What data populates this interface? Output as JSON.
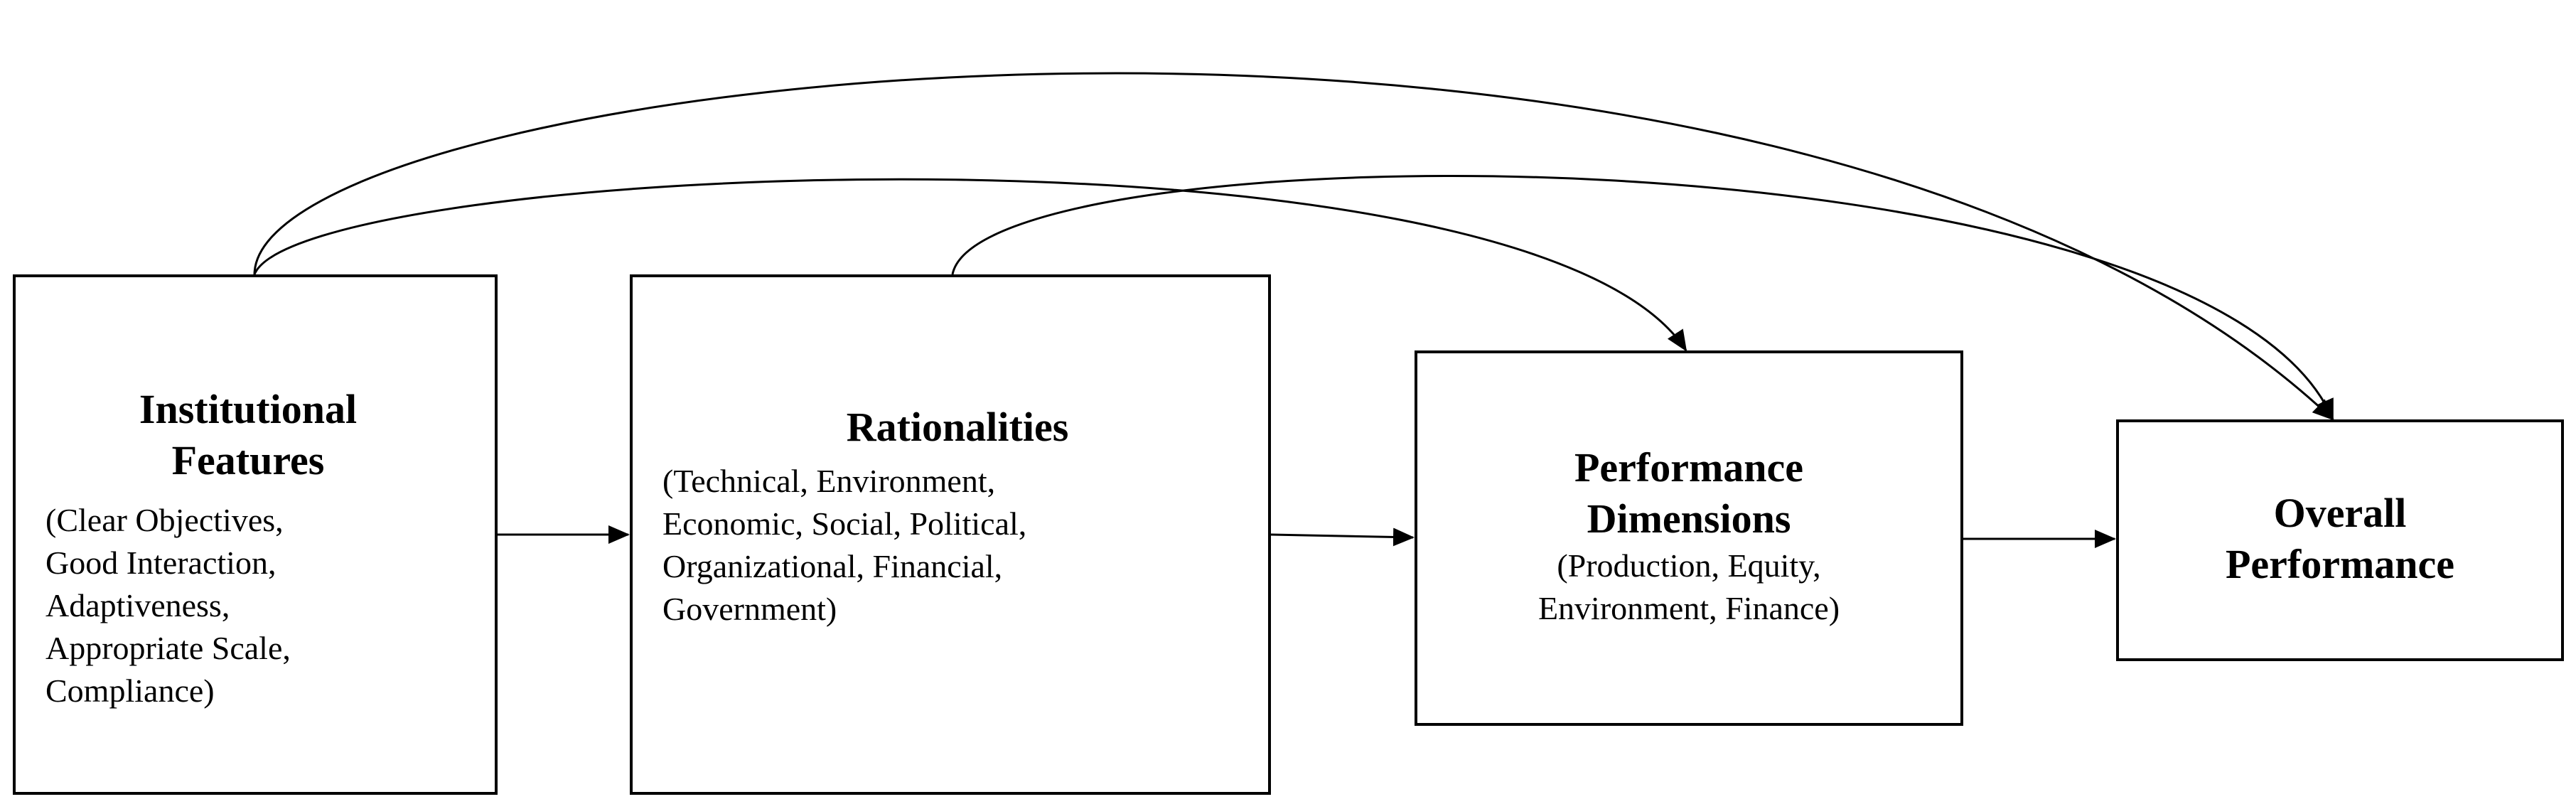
{
  "diagram": {
    "nodes": {
      "institutional": {
        "title": "Institutional\nFeatures",
        "body": "(Clear Objectives,\nGood Interaction,\nAdaptiveness,\nAppropriate Scale,\nCompliance)"
      },
      "rationalities": {
        "title": "Rationalities",
        "body": "(Technical, Environment,\nEconomic, Social, Political,\nOrganizational, Financial,\nGovernment)"
      },
      "performance_dimensions": {
        "title": "Performance\nDimensions",
        "body": "(Production, Equity,\nEnvironment, Finance)"
      },
      "overall": {
        "title": "Overall\nPerformance",
        "body": ""
      }
    },
    "edges": [
      {
        "from": "Institutional Features",
        "to": "Rationalities",
        "style": "straight"
      },
      {
        "from": "Rationalities",
        "to": "Performance Dimensions",
        "style": "straight"
      },
      {
        "from": "Performance Dimensions",
        "to": "Overall Performance",
        "style": "straight"
      },
      {
        "from": "Institutional Features",
        "to": "Performance Dimensions",
        "style": "curved"
      },
      {
        "from": "Institutional Features",
        "to": "Overall Performance",
        "style": "curved"
      },
      {
        "from": "Rationalities",
        "to": "Overall Performance",
        "style": "curved"
      }
    ],
    "colors": {
      "stroke": "#000000",
      "background": "#ffffff"
    }
  }
}
